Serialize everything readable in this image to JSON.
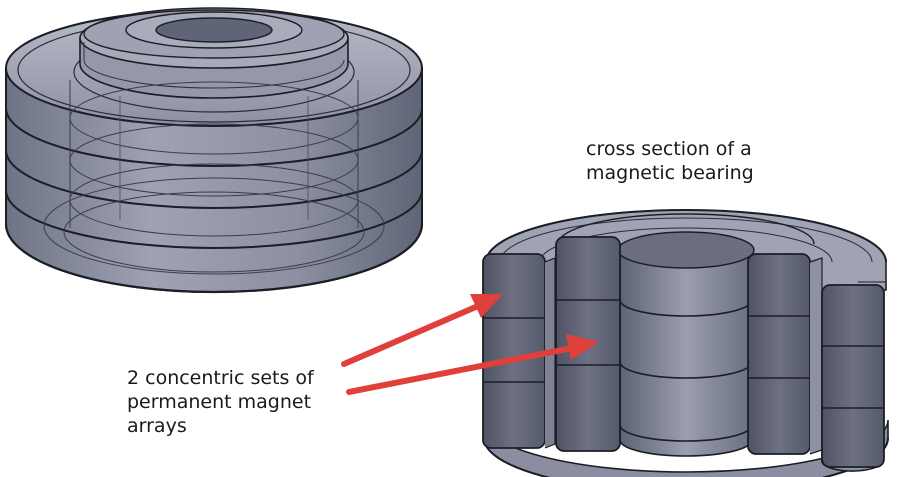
{
  "captions": {
    "cross_section": [
      "cross section of a",
      "magnetic bearing"
    ],
    "magnet_arrays": [
      "2 concentric sets of",
      "permanent magnet",
      "arrays"
    ]
  },
  "colors": {
    "metal": "#8a8fa3",
    "metal_dark": "#5d6274",
    "metal_light": "#b4b8c6",
    "edge": "#1c1e26",
    "arrow": "#e0403a"
  }
}
